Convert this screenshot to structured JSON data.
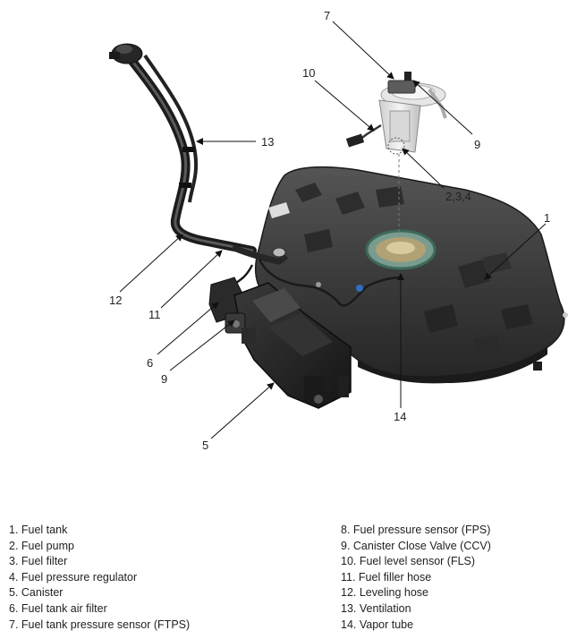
{
  "callouts": {
    "c1": "1",
    "c2": "2,3,4",
    "c5": "5",
    "c6": "6",
    "c7": "7",
    "c9a": "9",
    "c9b": "9",
    "c10": "10",
    "c11": "11",
    "c12": "12",
    "c13": "13",
    "c14": "14"
  },
  "legend": {
    "left": [
      "1. Fuel tank",
      "2. Fuel pump",
      "3. Fuel filter",
      "4. Fuel pressure regulator",
      "5. Canister",
      "6. Fuel tank air filter",
      "7. Fuel tank pressure sensor (FTPS)"
    ],
    "right": [
      "8. Fuel pressure sensor (FPS)",
      "9. Canister Close Valve (CCV)",
      "10. Fuel level sensor (FLS)",
      "11. Fuel filler hose",
      "12. Leveling hose",
      "13. Ventilation",
      "14. Vapor tube"
    ]
  }
}
